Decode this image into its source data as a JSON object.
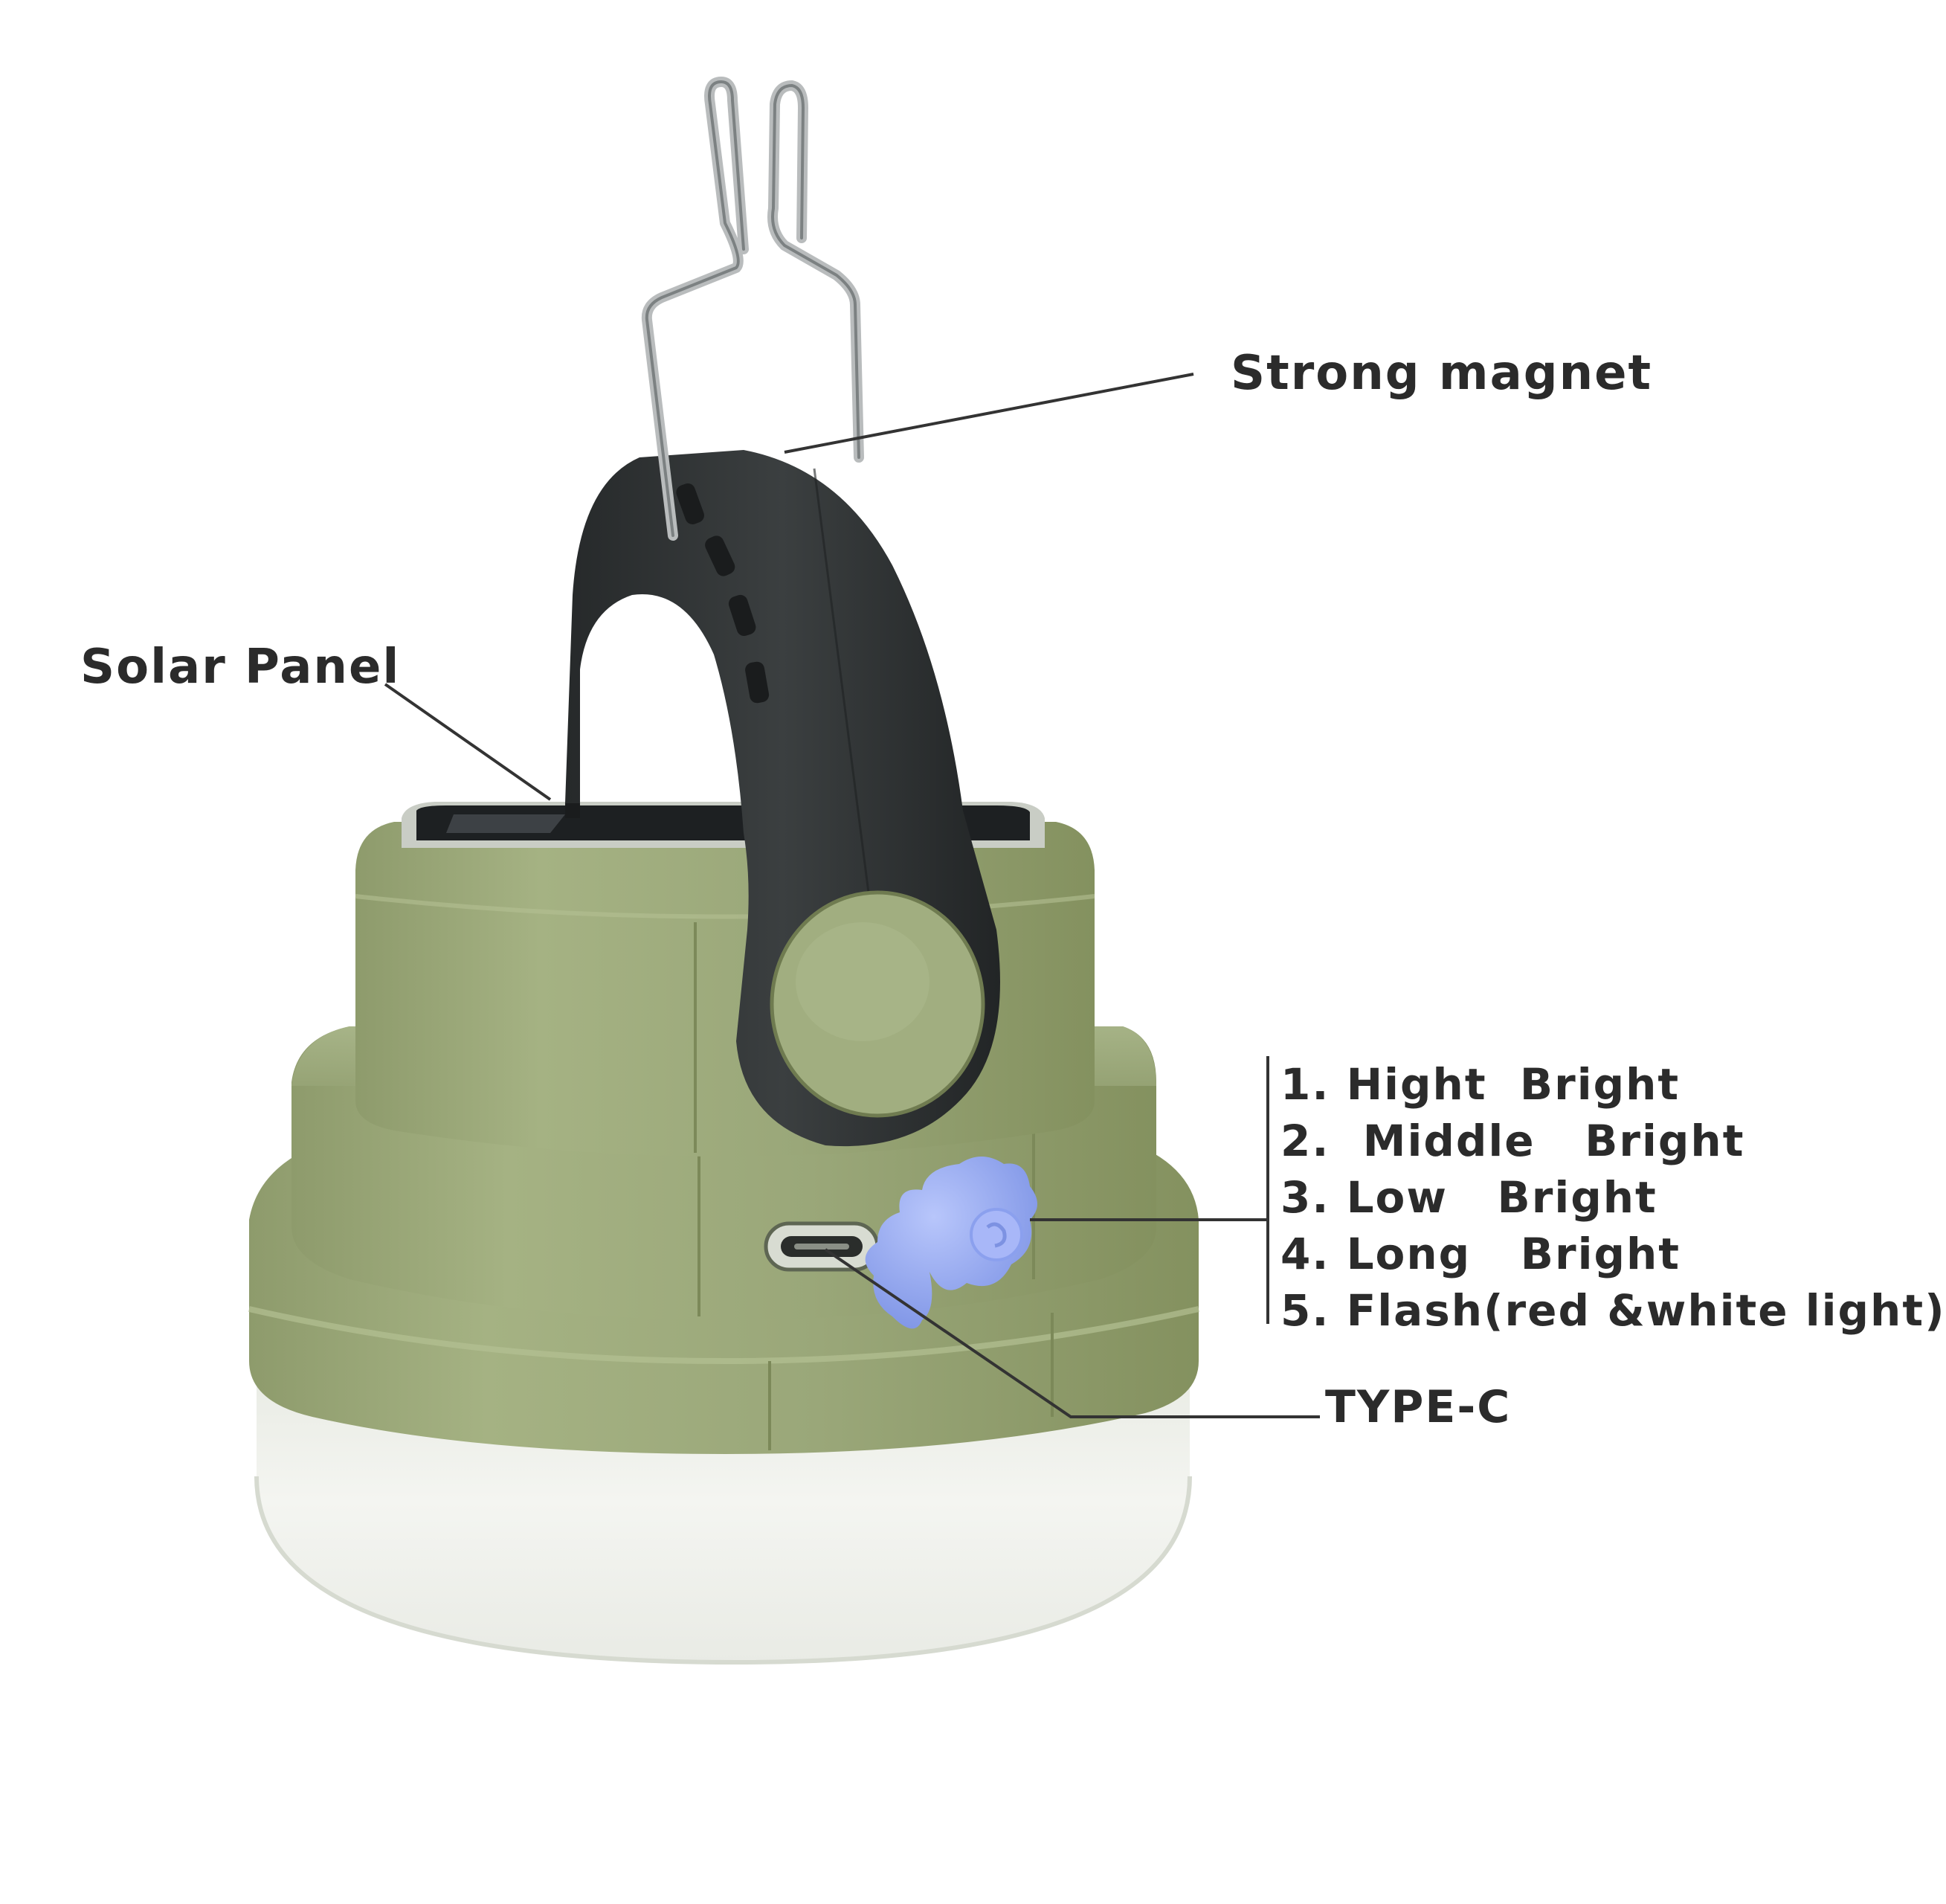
{
  "callouts": {
    "strong_magnet": "Strong magnet",
    "solar_panel": "Solar Panel",
    "type_c": "TYPE-C"
  },
  "modes": [
    "1. Hight  Bright",
    "2.  Middle   Bright",
    "3. Low   Bright",
    "4. Long   Bright",
    "5. Flash(red &white light)"
  ],
  "colors": {
    "shell_green": "#9aa779",
    "shell_green_dark": "#7f8c5f",
    "handle_black": "#2e3132",
    "diffuser_white": "#eef0ea",
    "button_blue": "#93a8f2",
    "label_text": "#2b2b2b"
  }
}
